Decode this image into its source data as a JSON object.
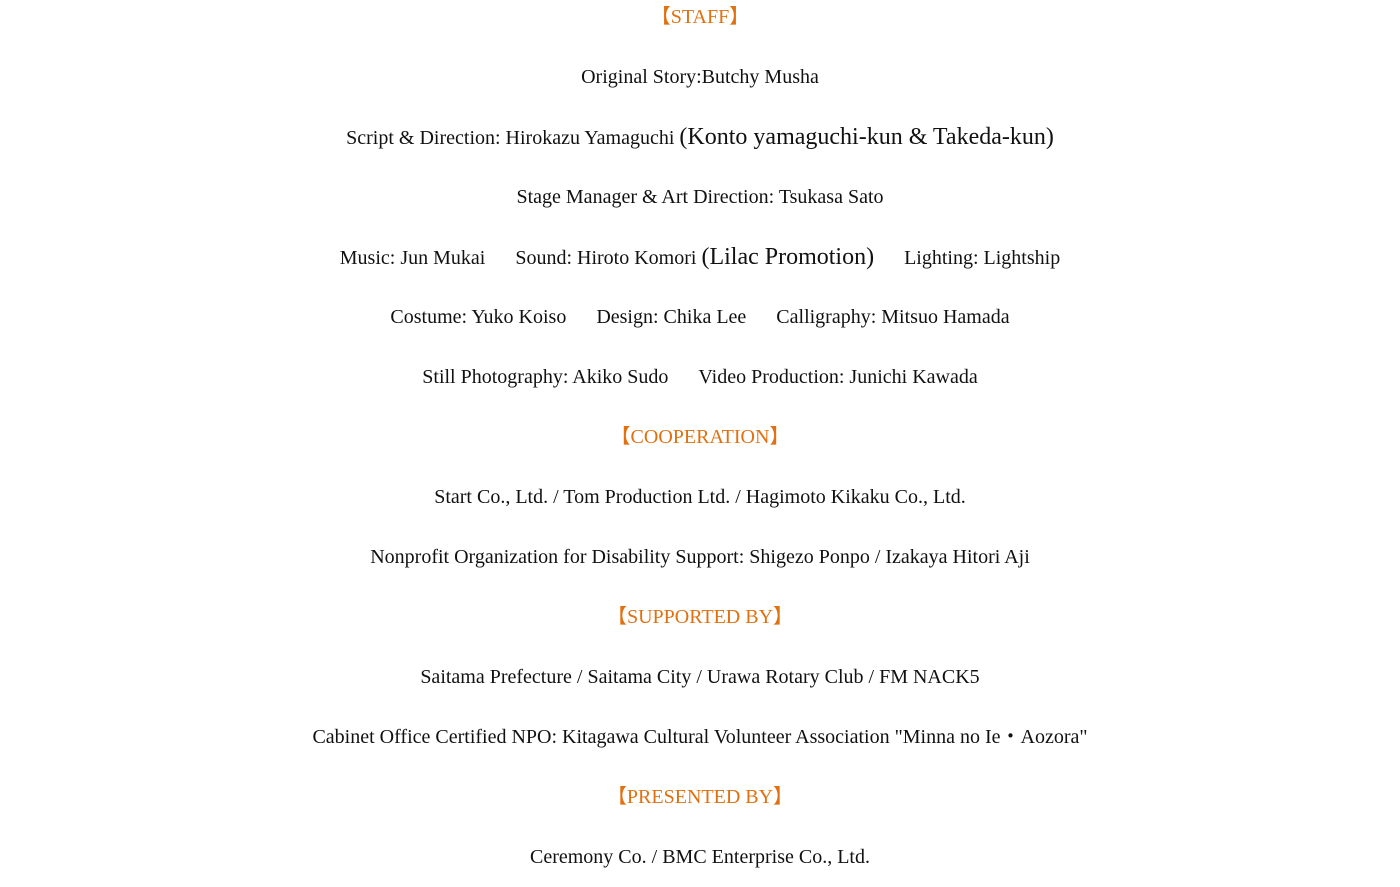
{
  "colors": {
    "heading": "#e07010",
    "text": "#111111"
  },
  "staff": {
    "heading": "【STAFF】",
    "original_story": "Original Story:Butchy Musha",
    "script_direction": "Script & Direction: Hirokazu Yamaguchi",
    "script_direction_note": "(Konto yamaguchi-kun & Takeda-kun)",
    "stage_manager": "Stage Manager & Art Direction: Tsukasa Sato",
    "music": "Music: Jun Mukai",
    "sound": "Sound: Hiroto Komori",
    "sound_note": "(Lilac Promotion)",
    "lighting": "Lighting: Lightship",
    "costume": "Costume: Yuko Koiso",
    "design": "Design: Chika Lee",
    "calligraphy": "Calligraphy: Mitsuo Hamada",
    "still_photography": "Still Photography: Akiko Sudo",
    "video_production": "Video Production: Junichi Kawada"
  },
  "cooperation": {
    "heading": "【COOPERATION】",
    "lines": [
      "Start Co., Ltd. / Tom Production Ltd. / Hagimoto Kikaku Co., Ltd.",
      "Nonprofit Organization for Disability Support: Shigezo Ponpo / Izakaya Hitori Aji"
    ]
  },
  "supported_by": {
    "heading": "【SUPPORTED BY】",
    "lines": [
      "Saitama Prefecture / Saitama City / Urawa Rotary Club / FM NACK5",
      "Cabinet Office Certified NPO: Kitagawa Cultural Volunteer Association \"Minna no Ie・Aozora\""
    ]
  },
  "presented_by": {
    "heading": "【PRESENTED BY】",
    "lines": [
      "Ceremony Co. / BMC Enterprise Co., Ltd."
    ]
  }
}
